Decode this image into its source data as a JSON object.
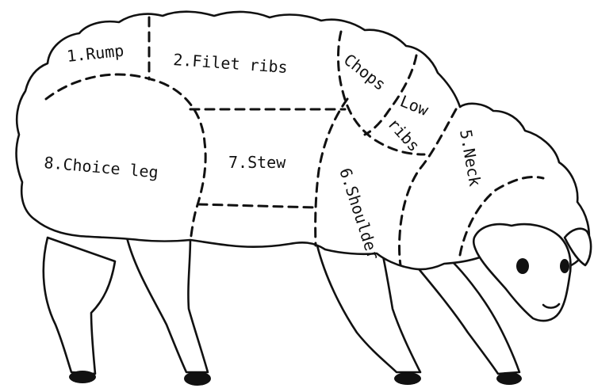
{
  "labels": {
    "rump": "1.Rump",
    "filet_ribs": "2.Filet ribs",
    "chops": "Chops",
    "low_ribs_1": "Low",
    "low_ribs_2": "ribs",
    "neck": "5.Neck",
    "shoulder": "6.Shoulder",
    "stew": "7.Stew",
    "choice_leg": "8.Choice leg"
  }
}
